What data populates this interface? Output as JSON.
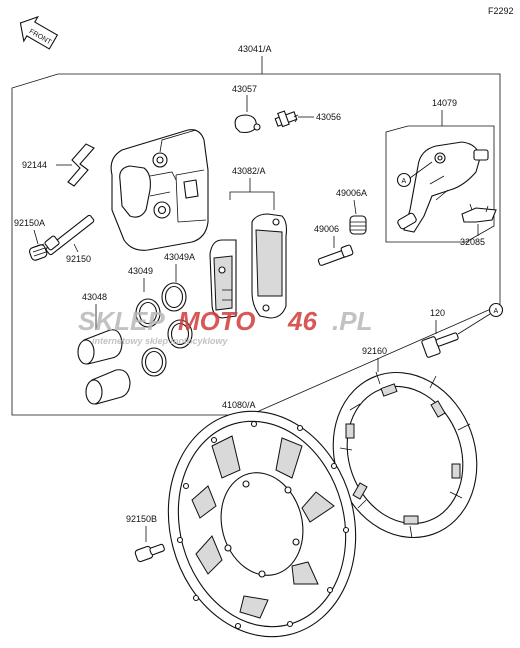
{
  "figure_code": "F2292",
  "front_badge": "FRONT",
  "parts": {
    "caliper_assy": "43041/A",
    "caliper_holder": "14079",
    "bleeder_cap": "43057",
    "bleeder_valve": "43056",
    "spring": "92144",
    "pad_set": "43082/A",
    "boot_a": "49006A",
    "slide_pin": "49006",
    "plate": "32085",
    "bolt_a": "92150A",
    "bolt": "92150",
    "seal": "43049",
    "seal_a": "43049A",
    "piston": "43048",
    "bolt_120": "120",
    "ref_a": "A",
    "cover": "92160",
    "disc": "41080/A",
    "disc_bolt": "92150B"
  },
  "watermark": {
    "brand_a": "SKLEP",
    "brand_b": "MOTO",
    "brand_c": "46",
    "brand_d": ".PL",
    "tagline": "internetowy sklep motocyklowy"
  },
  "colors": {
    "line": "#111111",
    "watermark_red": "#d23a3a",
    "watermark_grey": "#b8b8b8"
  }
}
